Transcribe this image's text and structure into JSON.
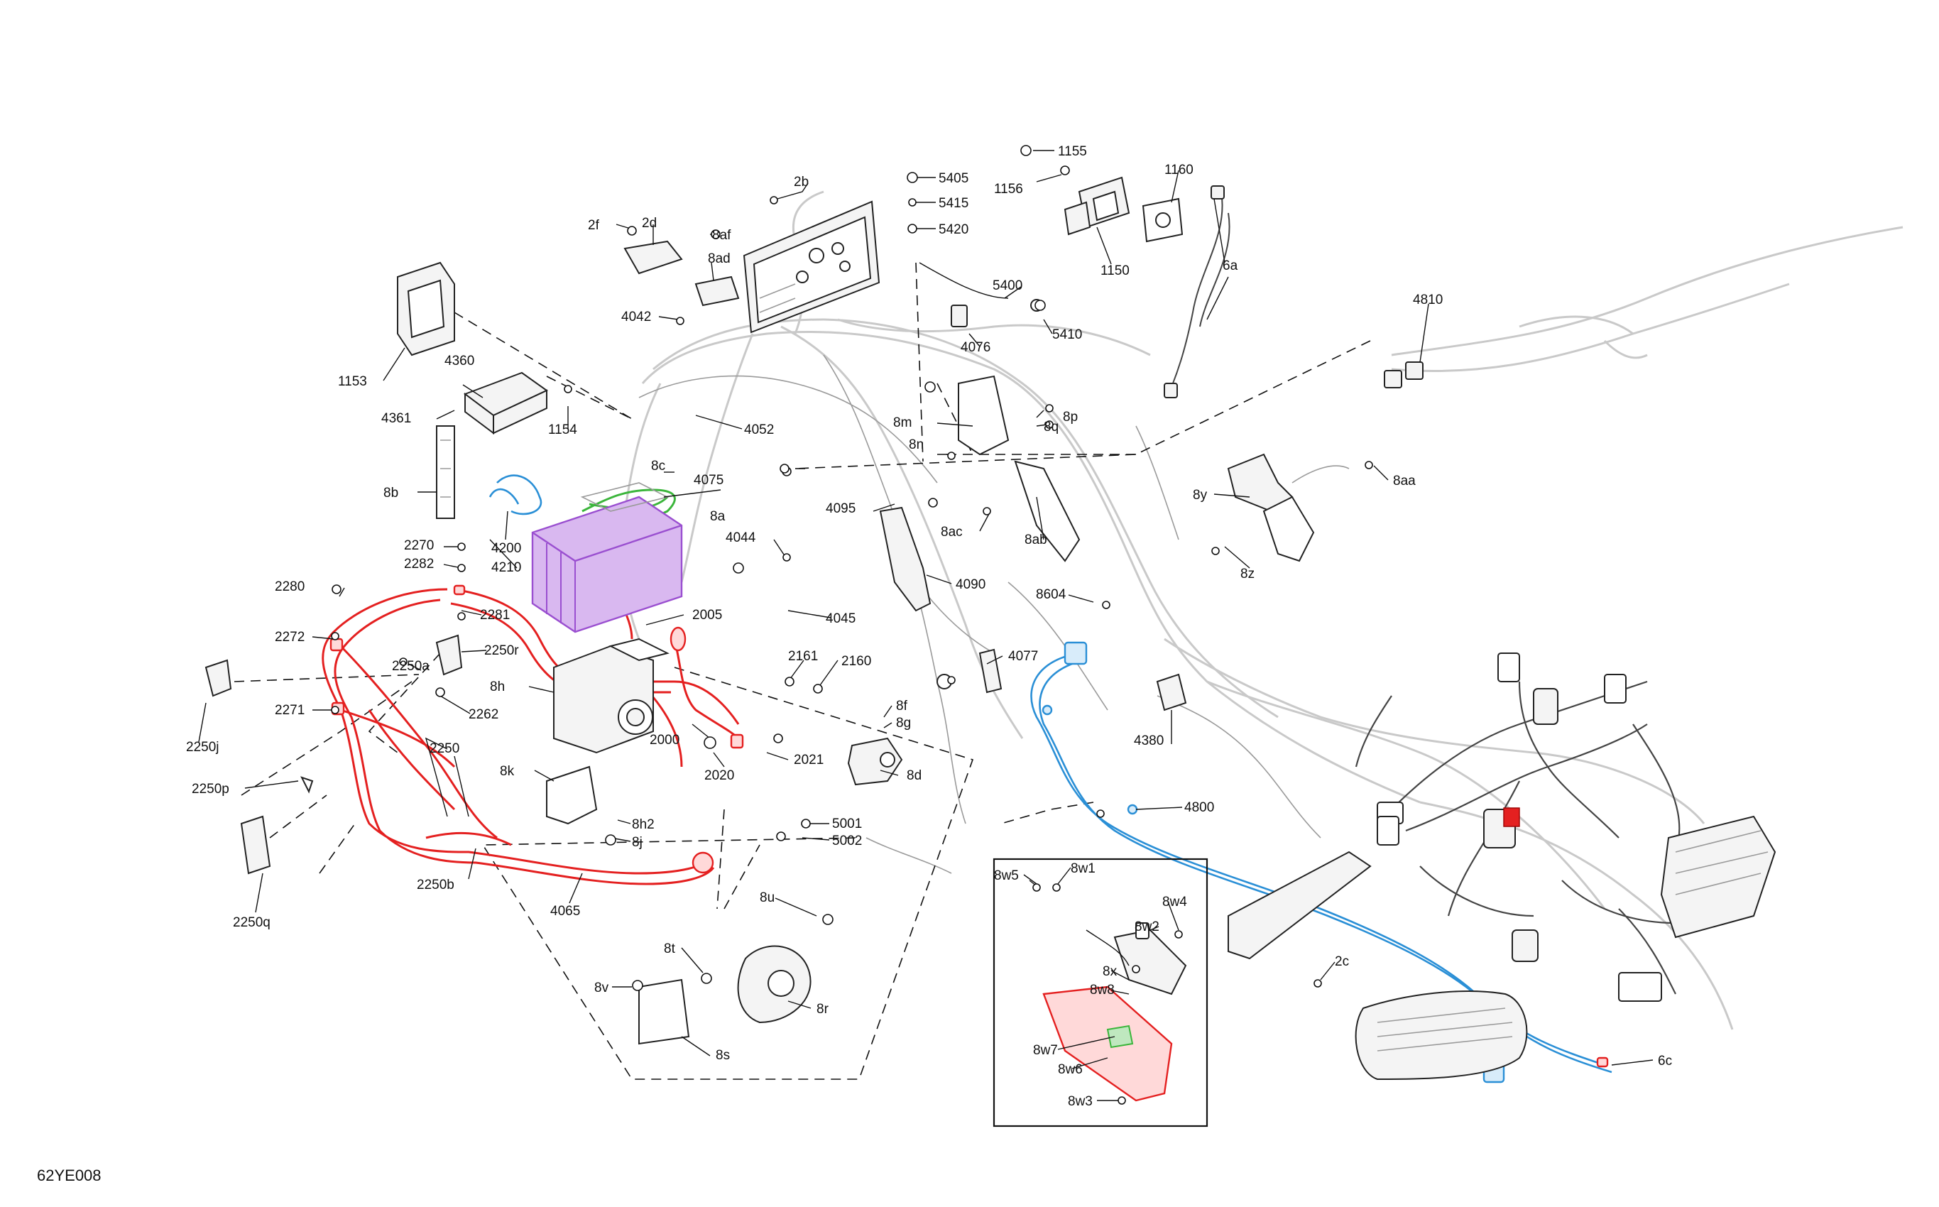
{
  "diagram": {
    "code": "62YE008",
    "labels": {
      "l_1155": "1155",
      "l_1156": "1156",
      "l_1160": "1160",
      "l_1150": "1150",
      "l_6a": "6a",
      "l_5405": "5405",
      "l_5415": "5415",
      "l_5420": "5420",
      "l_2b": "2b",
      "l_2f": "2f",
      "l_2d": "2d",
      "l_8af": "8af",
      "l_8ad": "8ad",
      "l_4042": "4042",
      "l_5400": "5400",
      "l_5410": "5410",
      "l_4076": "4076",
      "l_4810": "4810",
      "l_1153": "1153",
      "l_4360": "4360",
      "l_4361": "4361",
      "l_1154": "1154",
      "l_4052": "4052",
      "l_8m": "8m",
      "l_8n": "8n",
      "l_8p": "8p",
      "l_8q": "8q",
      "l_8b": "8b",
      "l_8c": "8c",
      "l_4075": "4075",
      "l_8a": "8a",
      "l_4095": "4095",
      "l_8ac": "8ac",
      "l_8ab": "8ab",
      "l_8y": "8y",
      "l_8aa": "8aa",
      "l_8z": "8z",
      "l_2270": "2270",
      "l_4200": "4200",
      "l_2282": "2282",
      "l_4210": "4210",
      "l_4044": "4044",
      "l_4090": "4090",
      "l_2280": "2280",
      "l_2281": "2281",
      "l_4045": "4045",
      "l_8604": "8604",
      "l_2005": "2005",
      "l_2272": "2272",
      "l_2250r": "2250r",
      "l_4077": "4077",
      "l_2250a": "2250a",
      "l_2161": "2161",
      "l_2160": "2160",
      "l_8h": "8h",
      "l_2271": "2271",
      "l_2262": "2262",
      "l_8f": "8f",
      "l_8g": "8g",
      "l_4380": "4380",
      "l_2250j": "2250j",
      "l_2250": "2250",
      "l_2000": "2000",
      "l_2021": "2021",
      "l_2020": "2020",
      "l_8k": "8k",
      "l_8d": "8d",
      "l_2250p": "2250p",
      "l_4800": "4800",
      "l_8h2": "8h2",
      "l_5001": "5001",
      "l_8j": "8j",
      "l_5002": "5002",
      "l_2250b": "2250b",
      "l_8w5": "8w5",
      "l_8w1": "8w1",
      "l_4065": "4065",
      "l_2250q": "2250q",
      "l_8u": "8u",
      "l_8w4": "8w4",
      "l_8w2": "8w2",
      "l_8x": "8x",
      "l_8w8": "8w8",
      "l_8t": "8t",
      "l_2c": "2c",
      "l_8v": "8v",
      "l_8r": "8r",
      "l_8w7": "8w7",
      "l_8w6": "8w6",
      "l_8s": "8s",
      "l_6c": "6c",
      "l_8w3": "8w3"
    },
    "colors": {
      "red_harness": "#e42020",
      "blue_harness": "#2a8fd6",
      "green_cable": "#3bb53b",
      "purple_battery": "#9a4fd0",
      "ghost_frame": "#c9c9c9",
      "lines": "#111111"
    }
  }
}
